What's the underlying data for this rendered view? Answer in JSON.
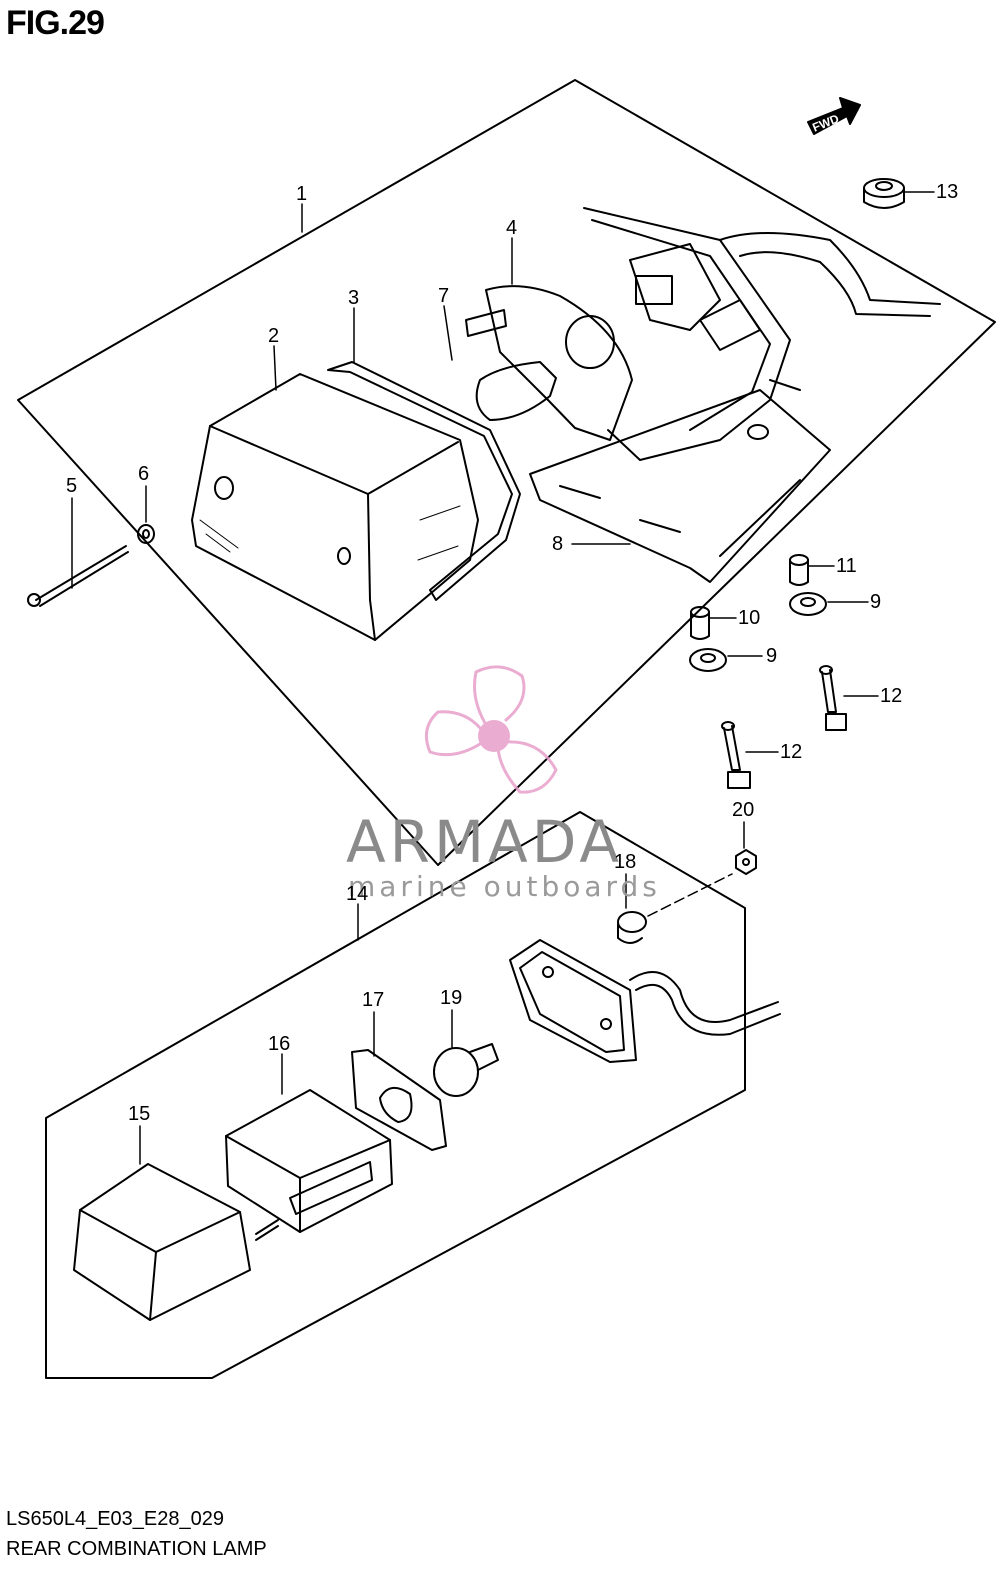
{
  "figure": {
    "title": "FIG.29",
    "code": "LS650L4_E03_E28_029",
    "name": "REAR COMBINATION LAMP"
  },
  "fwd_label": "FWD",
  "watermark": {
    "brand": "ARMADA",
    "tagline": "marine outboards",
    "accent_color": "#e79fc9"
  },
  "callouts": [
    {
      "id": "c1",
      "label": "1"
    },
    {
      "id": "c2",
      "label": "2"
    },
    {
      "id": "c3",
      "label": "3"
    },
    {
      "id": "c4",
      "label": "4"
    },
    {
      "id": "c5",
      "label": "5"
    },
    {
      "id": "c6",
      "label": "6"
    },
    {
      "id": "c7",
      "label": "7"
    },
    {
      "id": "c8",
      "label": "8"
    },
    {
      "id": "c9a",
      "label": "9"
    },
    {
      "id": "c9b",
      "label": "9"
    },
    {
      "id": "c10",
      "label": "10"
    },
    {
      "id": "c11",
      "label": "11"
    },
    {
      "id": "c12a",
      "label": "12"
    },
    {
      "id": "c12b",
      "label": "12"
    },
    {
      "id": "c13",
      "label": "13"
    },
    {
      "id": "c14",
      "label": "14"
    },
    {
      "id": "c15",
      "label": "15"
    },
    {
      "id": "c16",
      "label": "16"
    },
    {
      "id": "c17",
      "label": "17"
    },
    {
      "id": "c18",
      "label": "18"
    },
    {
      "id": "c19",
      "label": "19"
    },
    {
      "id": "c20",
      "label": "20"
    }
  ]
}
